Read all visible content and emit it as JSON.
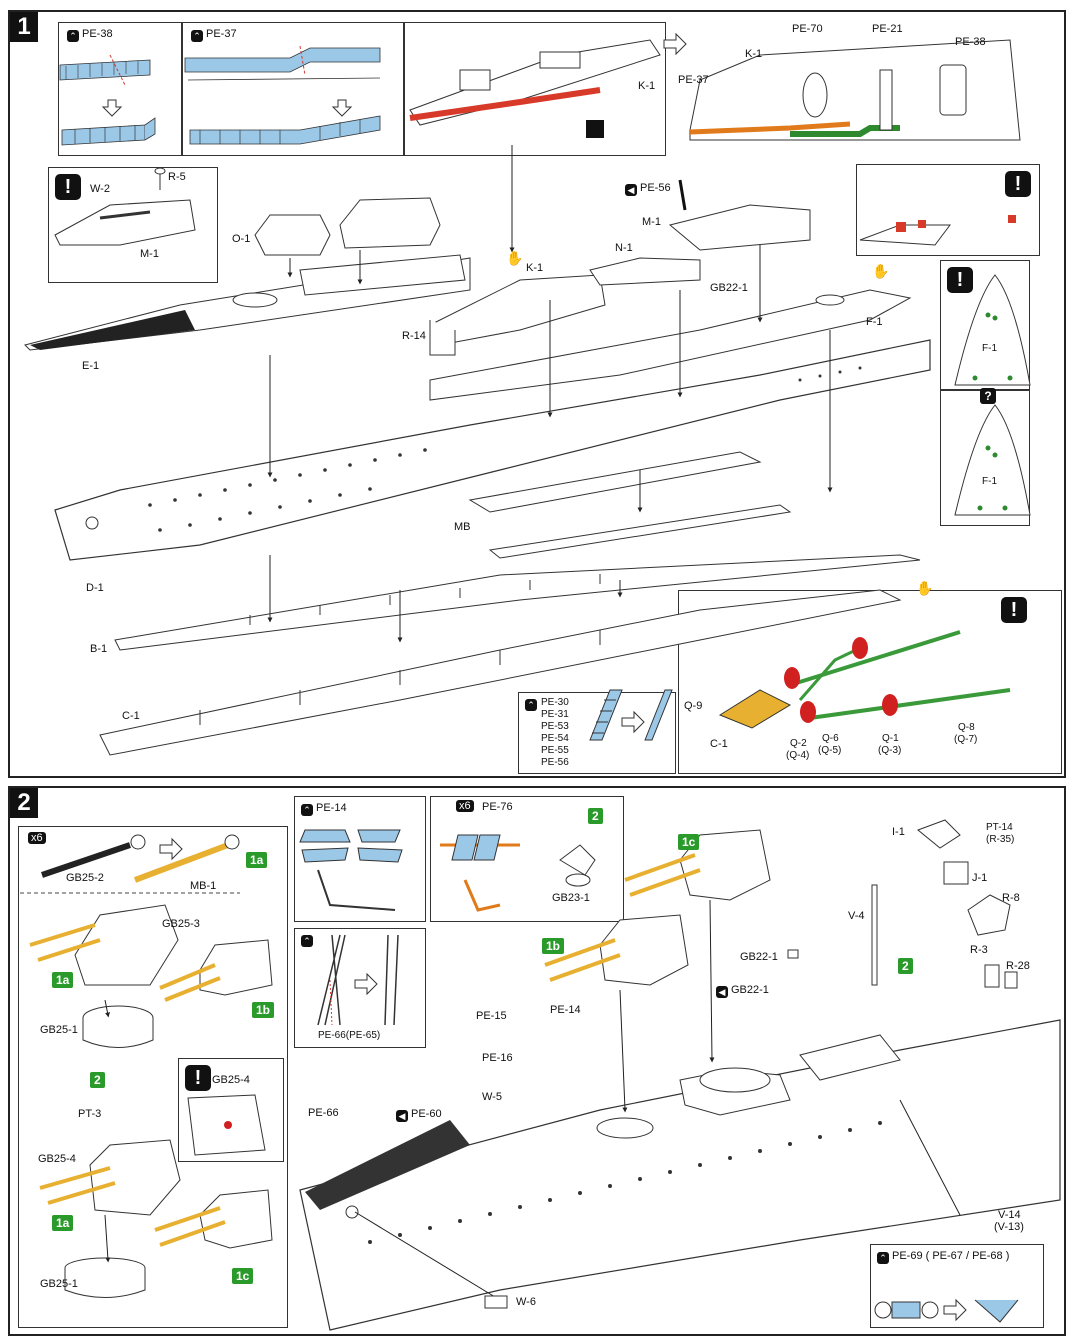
{
  "steps": [
    {
      "number": "1",
      "labels": {
        "pe38_top": "PE-38",
        "pe37_top": "PE-37",
        "k1_a": "K-1",
        "k1_b": "K-1",
        "pe37_b": "PE-37",
        "pe70": "PE-70",
        "pe21": "PE-21",
        "pe38_b": "PE-38",
        "r5": "R-5",
        "w2": "W-2",
        "m1_a": "M-1",
        "o1": "O-1",
        "pe56": "PE-56",
        "m1_b": "M-1",
        "k1_c": "K-1",
        "n1": "N-1",
        "gb22_1": "GB22-1",
        "r14": "R-14",
        "e1": "E-1",
        "f1_a": "F-1",
        "f1_b": "F-1",
        "f1_c": "F-1",
        "mb": "MB",
        "d1": "D-1",
        "b1": "B-1",
        "c1_a": "C-1",
        "c1_b": "C-1",
        "q9": "Q-9",
        "q2": "Q-2",
        "q4": "(Q-4)",
        "q6": "Q-6",
        "q5": "(Q-5)",
        "q1": "Q-1",
        "q3": "(Q-3)",
        "q8": "Q-8",
        "q7": "(Q-7)",
        "ladder_parts": [
          "PE-30",
          "PE-31",
          "PE-53",
          "PE-54",
          "PE-55",
          "PE-56"
        ]
      }
    },
    {
      "number": "2",
      "labels": {
        "x6a": "x6",
        "gb25_2": "GB25-2",
        "mb1": "MB-1",
        "sub1a_a": "1a",
        "gb25_3": "GB25-3",
        "sub1a_b": "1a",
        "gb25_1_a": "GB25-1",
        "sub1b": "1b",
        "sub2_a": "2",
        "pt3": "PT-3",
        "gb25_4_a": "GB25-4",
        "gb25_4_b": "GB25-4",
        "sub1a_c": "1a",
        "gb25_1_b": "GB25-1",
        "sub1c_a": "1c",
        "pe14_a": "PE-14",
        "x6b": "x6",
        "pe76": "PE-76",
        "sub2_b": "2",
        "gb23_1": "GB23-1",
        "pe66_65": "PE-66(PE-65)",
        "sub1c_b": "1c",
        "sub1b_b": "1b",
        "pe14_b": "PE-14",
        "pe15": "PE-15",
        "pe16": "PE-16",
        "w5": "W-5",
        "pe66": "PE-66",
        "pe60": "PE-60",
        "gb22_1_a": "GB22-1",
        "gb22_1_b": "GB22-1",
        "v4": "V-4",
        "i1": "I-1",
        "pt14": "PT-14",
        "r35": "(R-35)",
        "j1": "J-1",
        "r8": "R-8",
        "r3": "R-3",
        "r28": "R-28",
        "sub2_c": "2",
        "v14": "V-14",
        "v13": "(V-13)",
        "w6": "W-6",
        "pe69": "PE-69 ( PE-67 / PE-68 )"
      }
    }
  ],
  "colors": {
    "photo_etch_blue": "#9cc8e8",
    "hull_fill": "#ffffff",
    "highlight_red": "#d83a2a",
    "highlight_orange": "#e07a1a",
    "highlight_green": "#2f8a2f",
    "barrel_yellow": "#e8b030",
    "shaft_green": "#3a9a3a",
    "prop_red": "#d02020",
    "substep_green": "#2a9a2a"
  },
  "icons": [
    "photo-etch-icon",
    "glue-icon",
    "paint-icon",
    "warning-icon",
    "question-icon",
    "hand-icon",
    "arrow-down-icon",
    "arrow-right-icon"
  ]
}
